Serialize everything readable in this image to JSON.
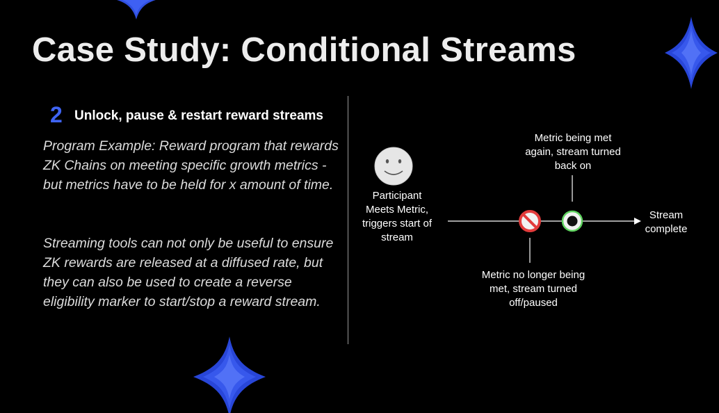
{
  "slide": {
    "title": "Case Study: Conditional Streams",
    "step_number": "2",
    "step_heading": "Unlock, pause & restart reward streams",
    "paragraph_1": "Program Example: Reward program that rewards ZK Chains on meeting specific growth metrics - but metrics have to be held for x amount of time.",
    "paragraph_2": "Streaming tools can not only be useful to ensure ZK rewards are released at a diffused rate, but they can also be used to create a reverse eligibility marker to start/stop a reward stream."
  },
  "diagram": {
    "participant_icon": "smiley-face-icon",
    "participant_label": "Participant Meets Metric, triggers start of stream",
    "paused_icon": "no-entry-icon",
    "paused_label": "Metric no longer being met, stream turned off/paused",
    "resumed_icon": "ring-icon",
    "resumed_label": "Metric being met again, stream turned back on",
    "end_label": "Stream complete"
  },
  "colors": {
    "background": "#000000",
    "accent_blue": "#3f64f4",
    "gem_blue": "#2f4fe0",
    "pause_red": "#e23b3b",
    "resume_green": "#5fd35f"
  }
}
